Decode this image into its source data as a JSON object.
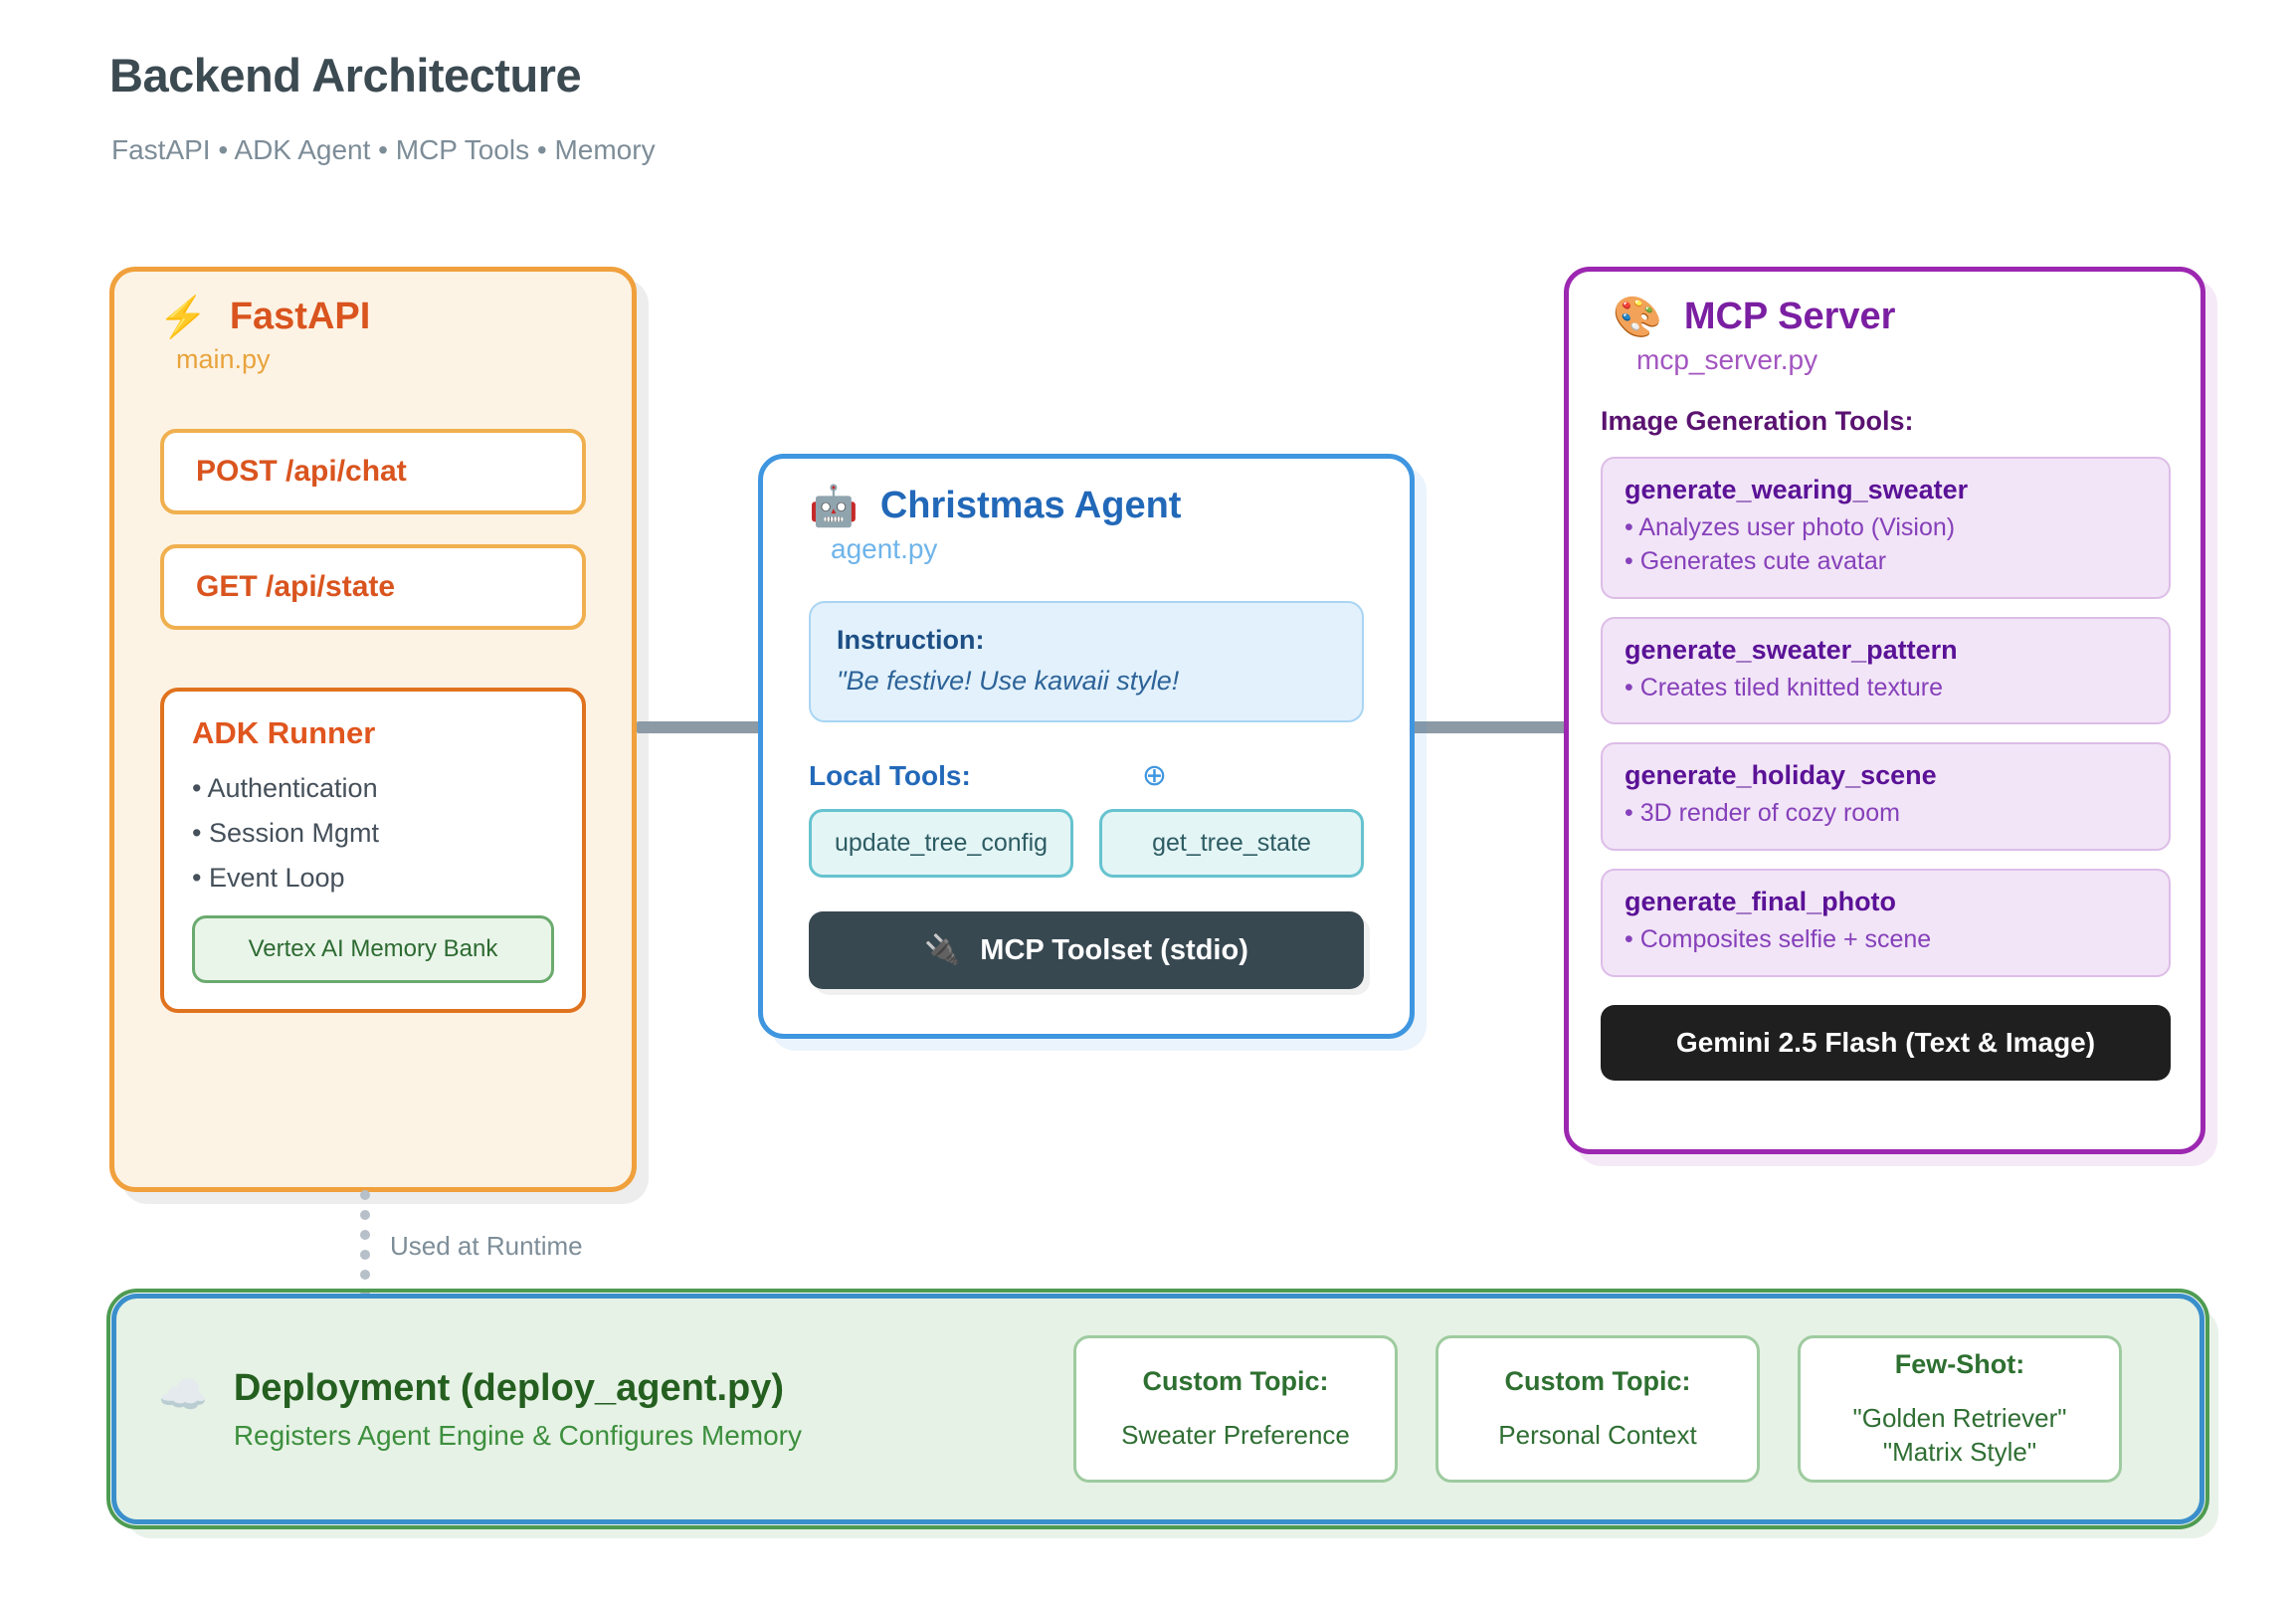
{
  "header": {
    "title": "Backend Architecture",
    "subtitle": "FastAPI • ADK Agent • MCP Tools • Memory"
  },
  "fastapi": {
    "icon": "high-voltage-emoji",
    "icon_glyph": "⚡",
    "title": "FastAPI",
    "file": "main.py",
    "endpoints": [
      {
        "label": "POST /api/chat"
      },
      {
        "label": "GET /api/state"
      }
    ],
    "runner": {
      "title": "ADK Runner",
      "bullets": [
        "Authentication",
        "Session Mgmt",
        "Event Loop"
      ],
      "memory_chip": "Vertex AI Memory Bank"
    },
    "colors": {
      "border": "#f0a03c",
      "fill": "#fdf3e4",
      "title": "#d9541e"
    }
  },
  "agent": {
    "icon": "robot-emoji",
    "icon_glyph": "🤖",
    "title": "Christmas Agent",
    "file": "agent.py",
    "instruction_label": "Instruction:",
    "instruction_text": "\"Be festive! Use kawaii style!",
    "local_tools_label": "Local Tools:",
    "crosshair_glyph": "⊕",
    "tools": [
      "update_tree_config",
      "get_tree_state"
    ],
    "toolset_bar": {
      "icon_glyph": "🔌",
      "label": "MCP Toolset (stdio)"
    },
    "colors": {
      "border": "#3f96e0",
      "title": "#2268b8",
      "bar": "#384851"
    }
  },
  "mcp_server": {
    "icon": "artist-palette-emoji",
    "icon_glyph": "🎨",
    "title": "MCP Server",
    "file": "mcp_server.py",
    "tools_label": "Image Generation Tools:",
    "tools": [
      {
        "name": "generate_wearing_sweater",
        "bullets": [
          "• Analyzes user photo (Vision)",
          "• Generates cute avatar"
        ]
      },
      {
        "name": "generate_sweater_pattern",
        "bullets": [
          "• Creates tiled knitted texture"
        ]
      },
      {
        "name": "generate_holiday_scene",
        "bullets": [
          "• 3D render of cozy room"
        ]
      },
      {
        "name": "generate_final_photo",
        "bullets": [
          "• Composites selfie + scene"
        ]
      }
    ],
    "model_bar": "Gemini 2.5 Flash (Text & Image)",
    "colors": {
      "border": "#9c27b0",
      "title": "#7b1fa2",
      "card": "#f2e5f7"
    }
  },
  "deployment": {
    "icon": "cloud-emoji",
    "icon_glyph": "☁️",
    "title": "Deployment (deploy_agent.py)",
    "subtitle": "Registers Agent Engine & Configures Memory",
    "chips": [
      {
        "title": "Custom Topic:",
        "value": "Sweater Preference"
      },
      {
        "title": "Custom Topic:",
        "value": "Personal Context"
      },
      {
        "title": "Few-Shot:",
        "value": "\"Golden Retriever\"\n\"Matrix Style\""
      }
    ],
    "colors": {
      "fill": "#e6f2e5",
      "border_outer": "#4e9b52",
      "border_inner": "#3a8fcb"
    }
  },
  "connectors": {
    "runtime_label": "Used at Runtime"
  }
}
